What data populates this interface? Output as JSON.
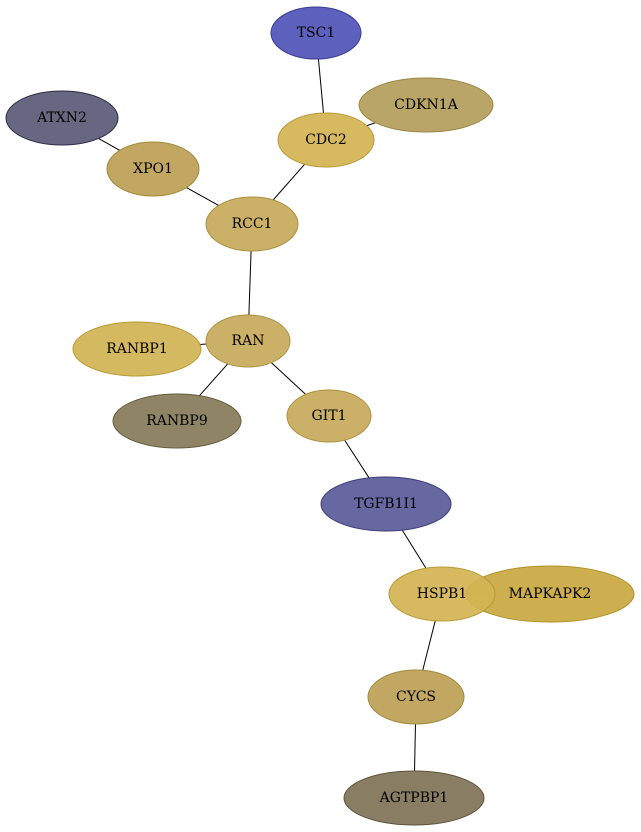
{
  "nodes": [
    {
      "id": "TSC1",
      "label": "TSC1",
      "fill": "#5053b8",
      "stroke": "#3a3c8e"
    },
    {
      "id": "CDKN1A",
      "label": "CDKN1A",
      "fill": "#b39d5a",
      "stroke": "#9c8644"
    },
    {
      "id": "ATXN2",
      "label": "ATXN2",
      "fill": "#5b5a77",
      "stroke": "#2e2d48"
    },
    {
      "id": "CDC2",
      "label": "CDC2",
      "fill": "#d4b453",
      "stroke": "#b89a38"
    },
    {
      "id": "XPO1",
      "label": "XPO1",
      "fill": "#bca055",
      "stroke": "#a08a3c"
    },
    {
      "id": "RCC1",
      "label": "RCC1",
      "fill": "#c7a95a",
      "stroke": "#ab9040"
    },
    {
      "id": "RAN",
      "label": "RAN",
      "fill": "#c7a95a",
      "stroke": "#ab9040"
    },
    {
      "id": "RANBP1",
      "label": "RANBP1",
      "fill": "#d1b352",
      "stroke": "#b89a38"
    },
    {
      "id": "RANBP9",
      "label": "RANBP9",
      "fill": "#857a58",
      "stroke": "#665c3c"
    },
    {
      "id": "GIT1",
      "label": "GIT1",
      "fill": "#c7a95a",
      "stroke": "#ab9040"
    },
    {
      "id": "TGFB1I1",
      "label": "TGFB1I1",
      "fill": "#5a5a9a",
      "stroke": "#3e3e7a"
    },
    {
      "id": "MAPKAPK2",
      "label": "MAPKAPK2",
      "fill": "#c9a840",
      "stroke": "#b0922a"
    },
    {
      "id": "HSPB1",
      "label": "HSPB1",
      "fill": "#d4b453",
      "stroke": "#b89a38"
    },
    {
      "id": "CYCS",
      "label": "CYCS",
      "fill": "#bca055",
      "stroke": "#a08a3c"
    },
    {
      "id": "AGTPBP1",
      "label": "AGTPBP1",
      "fill": "#7f7256",
      "stroke": "#5e533a"
    }
  ],
  "edges": [
    [
      "TSC1",
      "CDC2"
    ],
    [
      "CDKN1A",
      "CDC2"
    ],
    [
      "ATXN2",
      "XPO1"
    ],
    [
      "CDC2",
      "RCC1"
    ],
    [
      "XPO1",
      "RCC1"
    ],
    [
      "RCC1",
      "RAN"
    ],
    [
      "RAN",
      "RANBP1"
    ],
    [
      "RAN",
      "RANBP9"
    ],
    [
      "RAN",
      "GIT1"
    ],
    [
      "GIT1",
      "TGFB1I1"
    ],
    [
      "TGFB1I1",
      "HSPB1"
    ],
    [
      "HSPB1",
      "MAPKAPK2"
    ],
    [
      "HSPB1",
      "CYCS"
    ],
    [
      "CYCS",
      "AGTPBP1"
    ]
  ]
}
